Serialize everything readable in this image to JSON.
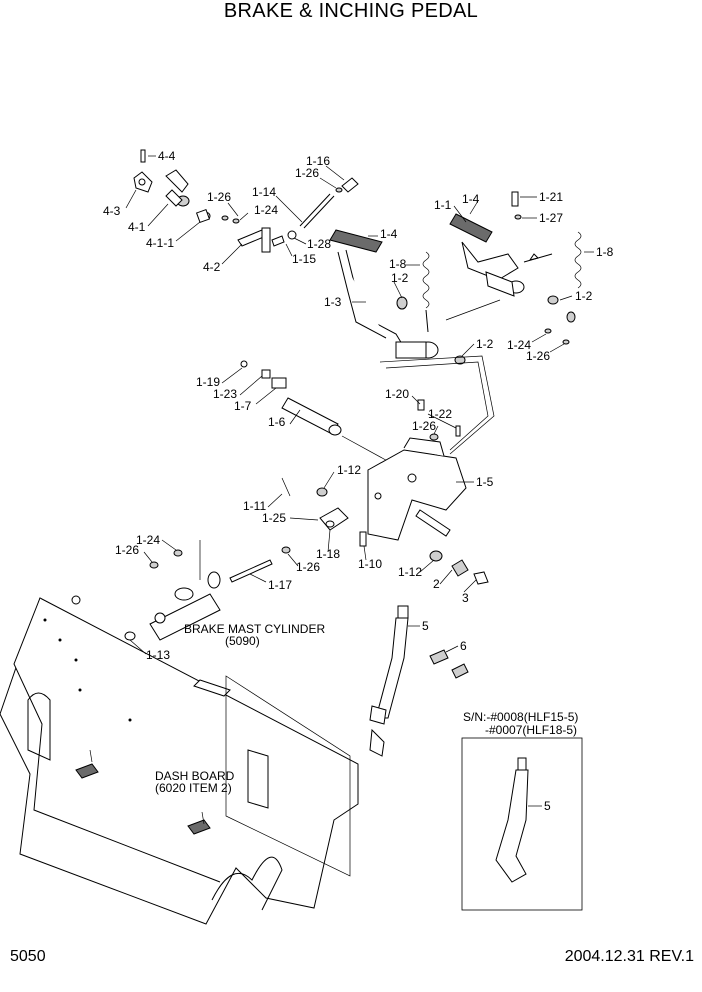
{
  "title": "BRAKE & INCHING PEDAL",
  "footer": {
    "page_number": "5050",
    "date_rev": "2004.12.31  REV.1"
  },
  "notes": {
    "brake_mast_cylinder": [
      "BRAKE MAST CYLINDER",
      "(5090)"
    ],
    "dash_board": [
      "DASH BOARD",
      "(6020 ITEM 2)"
    ],
    "serial": [
      "S/N:-#0008(HLF15-5)",
      "-#0007(HLF18-5)"
    ]
  },
  "callouts": [
    "4-4",
    "4-3",
    "4-1",
    "4-1-1",
    "4-2",
    "1-26",
    "1-24",
    "1-14",
    "1-16",
    "1-26",
    "1-28",
    "1-15",
    "1-4",
    "1-1",
    "1-4",
    "1-21",
    "1-27",
    "1-8",
    "1-8",
    "1-2",
    "1-3",
    "1-2",
    "1-2",
    "1-24",
    "1-26",
    "1-19",
    "1-23",
    "1-7",
    "1-6",
    "1-20",
    "1-22",
    "1-26",
    "1-5",
    "1-12",
    "1-11",
    "1-25",
    "1-18",
    "1-10",
    "1-24",
    "1-26",
    "1-17",
    "1-26",
    "1-12",
    "2",
    "3",
    "5",
    "6",
    "1-13",
    "5"
  ]
}
